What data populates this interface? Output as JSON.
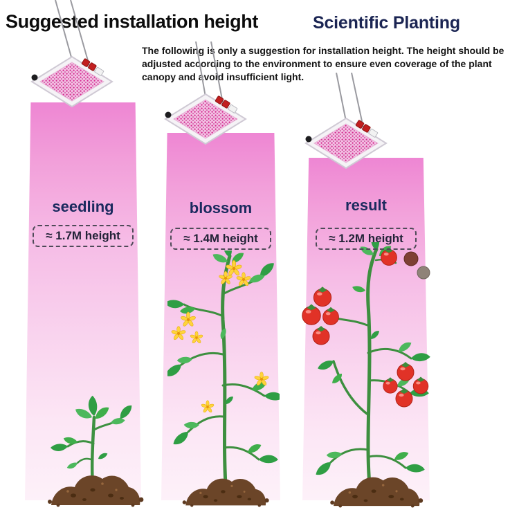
{
  "header": {
    "title": "Suggested installation height",
    "subtitle": "Scientific Planting",
    "description": "The following is only a suggestion for installation height. The height should be adjusted according to the environment to ensure even coverage of the plant canopy and avoid insufficient light."
  },
  "columns": [
    {
      "stage": "seedling",
      "height_label": "≈ 1.7M height"
    },
    {
      "stage": "blossom",
      "height_label": "≈ 1.4M height"
    },
    {
      "stage": "result",
      "height_label": "≈ 1.2M height"
    }
  ],
  "icons": {
    "grow_light_panel": "led-grow-light-panel",
    "hanging_wires": "suspension-wires",
    "light_beam": "pink-light-beam",
    "seedling_plant": "young-tomato-seedling",
    "blossom_plant": "tomato-plant-with-yellow-flowers",
    "result_plant": "tomato-plant-with-red-fruits",
    "soil": "soil-mound"
  },
  "colors": {
    "title_text": "#0c0c0c",
    "accent_navy": "#1b2a5e",
    "beam_pink_top": "#ee86d3",
    "beam_pink_bottom": "#fdf1f9",
    "led_magenta": "#d4268c",
    "leaf_green": "#2f9e44",
    "tomato_red": "#e13227",
    "flower_yellow": "#ffd43b",
    "soil_brown": "#6b4528"
  }
}
